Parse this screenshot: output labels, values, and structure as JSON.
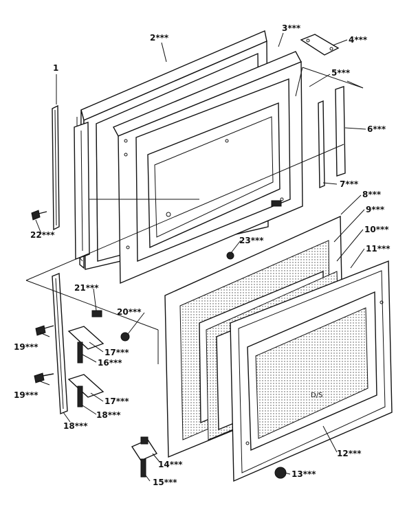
{
  "diagram": {
    "callouts": [
      {
        "id": "c1",
        "label": "1"
      },
      {
        "id": "c2",
        "label": "2***"
      },
      {
        "id": "c3",
        "label": "3***"
      },
      {
        "id": "c4",
        "label": "4***"
      },
      {
        "id": "c5",
        "label": "5***"
      },
      {
        "id": "c6",
        "label": "6***"
      },
      {
        "id": "c7",
        "label": "7***"
      },
      {
        "id": "c8",
        "label": "8***"
      },
      {
        "id": "c9",
        "label": "9***"
      },
      {
        "id": "c10",
        "label": "10***"
      },
      {
        "id": "c11",
        "label": "11***"
      },
      {
        "id": "c12",
        "label": "12***"
      },
      {
        "id": "c13",
        "label": "13***"
      },
      {
        "id": "c14",
        "label": "14***"
      },
      {
        "id": "c15",
        "label": "15***"
      },
      {
        "id": "c16",
        "label": "16***"
      },
      {
        "id": "c17a",
        "label": "17***"
      },
      {
        "id": "c17b",
        "label": "17***"
      },
      {
        "id": "c18a",
        "label": "18***"
      },
      {
        "id": "c18b",
        "label": "18***"
      },
      {
        "id": "c19a",
        "label": "19***"
      },
      {
        "id": "c19b",
        "label": "19***"
      },
      {
        "id": "c20",
        "label": "20***"
      },
      {
        "id": "c21",
        "label": "21***"
      },
      {
        "id": "c22",
        "label": "22***"
      },
      {
        "id": "c23",
        "label": "23***"
      }
    ],
    "window_marking": "D/S"
  }
}
